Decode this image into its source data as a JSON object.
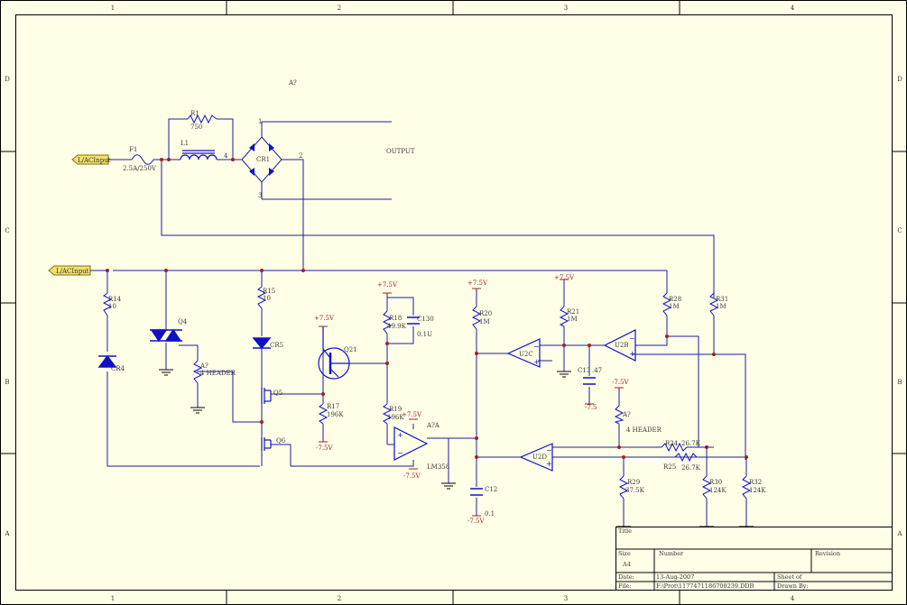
{
  "sheet": {
    "colors": {
      "paper": "#ffffe8",
      "border": "#000000",
      "wire": "#1e1ea0",
      "part": "#1010c8",
      "label": "#3a3a3a",
      "power": "#a02020",
      "port_fill": "#f0e070",
      "port_border": "#8a7000"
    },
    "columns": [
      "1",
      "2",
      "3",
      "4"
    ],
    "rows": [
      "D",
      "C",
      "B",
      "A"
    ]
  },
  "ports": {
    "ac_input_top": "L/ACInput",
    "ac_input_bottom": "L/ACInput"
  },
  "labels": {
    "a7_top": "A?",
    "output": "OUTPUT",
    "r1": "R1",
    "r1_val": "750",
    "f1": "F1",
    "f1_val": "2.5A/250V",
    "l1": "L1",
    "cr1": "CR1",
    "pin1": "1",
    "pin2": "2",
    "pin3": "3",
    "pin4": "4",
    "r14": "R14",
    "r14_val": "10",
    "cr4": "CR4",
    "q4": "Q4",
    "a7_mid": "A?",
    "hdr4a": "4 HEADER",
    "r15": "R15",
    "r15_val": "10",
    "cr5": "CR5",
    "q5": "Q5",
    "q6": "Q6",
    "pwr_q21": "+7.5V",
    "q21": "Q21",
    "r17": "R17",
    "r17_val": "196K",
    "neg_r17": "-7.5V",
    "pwr_r18": "+7.5V",
    "r18": "R18",
    "r18_val": "49.9K",
    "c130": "C130",
    "c130_val": "0.1U",
    "r19": "R19",
    "r19_val": "196K",
    "pwr_u2a": "+7.5V",
    "u2a": "A?A",
    "lm358": "LM358",
    "neg_u2a": "-7.5V",
    "pwr_r20": "+7.5V",
    "r20": "R20",
    "r20_val": "1M",
    "c12": "C12",
    "c12_val": "0.1",
    "neg_c12": "-7.5V",
    "u2c": "U2C",
    "pwr_r21": "+7.5V",
    "r21": "R21",
    "r21_val": "1M",
    "c13": "C13",
    "c13_val": ".47",
    "neg_c13": "-7.5",
    "u2b": "U2B",
    "r28": "R28",
    "r28_val": "1M",
    "r31": "R31",
    "r31_val": "1M",
    "neg_hdr": "-7.5V",
    "a7_right": "A?",
    "hdr4b": "4 HEADER",
    "r24": "R24",
    "r24_val": "26.7K",
    "r25": "R25",
    "r25_val": "26.7K",
    "u2d": "U2D",
    "r29": "R29",
    "r29_val": "37.5K",
    "r30": "R30",
    "r30_val": "124K",
    "r32": "R32",
    "r32_val": "124K"
  },
  "title_block": {
    "title_label": "Title",
    "size_label": "Size",
    "size_value": "A4",
    "number_label": "Number",
    "revision_label": "Revision",
    "date_label": "Date:",
    "date_value": "13-Aug-2007",
    "sheet_label": "Sheet   of",
    "file_label": "File:",
    "file_value": "F:\\Prot\\1177471186708239.DDB",
    "drawn_label": "Drawn By:"
  }
}
